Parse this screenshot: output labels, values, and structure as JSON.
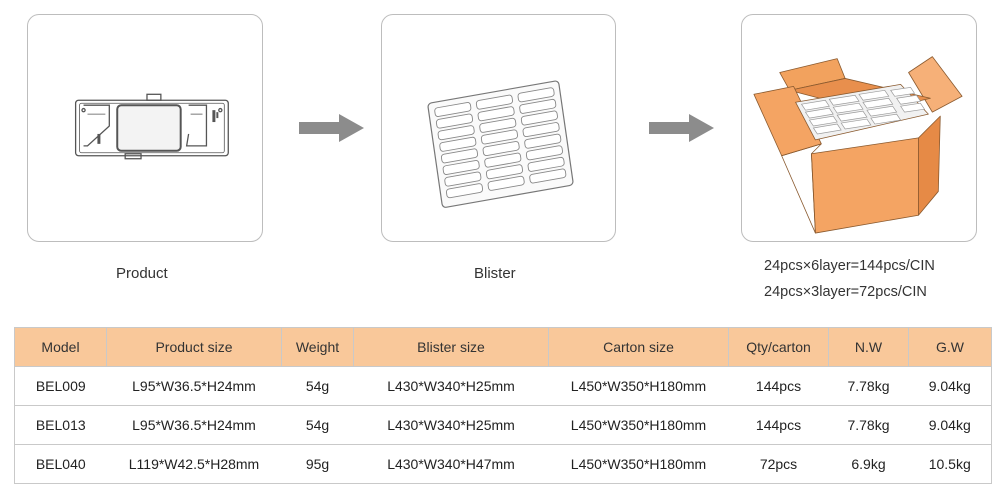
{
  "captions": {
    "product": "Product",
    "blister": "Blister",
    "packing_lines": [
      "24pcs×6layer=144pcs/CIN",
      "24pcs×3layer=72pcs/CIN"
    ]
  },
  "colors": {
    "header_bg": "#f9c89a",
    "carton_orange": "#f4a463",
    "arrow_gray": "#8c8c8c"
  },
  "table": {
    "headers": [
      "Model",
      "Product size",
      "Weight",
      "Blister size",
      "Carton size",
      "Qty/carton",
      "N.W",
      "G.W"
    ],
    "rows": [
      [
        "BEL009",
        "L95*W36.5*H24mm",
        "54g",
        "L430*W340*H25mm",
        "L450*W350*H180mm",
        "144pcs",
        "7.78kg",
        "9.04kg"
      ],
      [
        "BEL013",
        "L95*W36.5*H24mm",
        "54g",
        "L430*W340*H25mm",
        "L450*W350*H180mm",
        "144pcs",
        "7.78kg",
        "9.04kg"
      ],
      [
        "BEL040",
        "L119*W42.5*H28mm",
        "95g",
        "L430*W340*H47mm",
        "L450*W350*H180mm",
        "72pcs",
        "6.9kg",
        "10.5kg"
      ]
    ]
  }
}
